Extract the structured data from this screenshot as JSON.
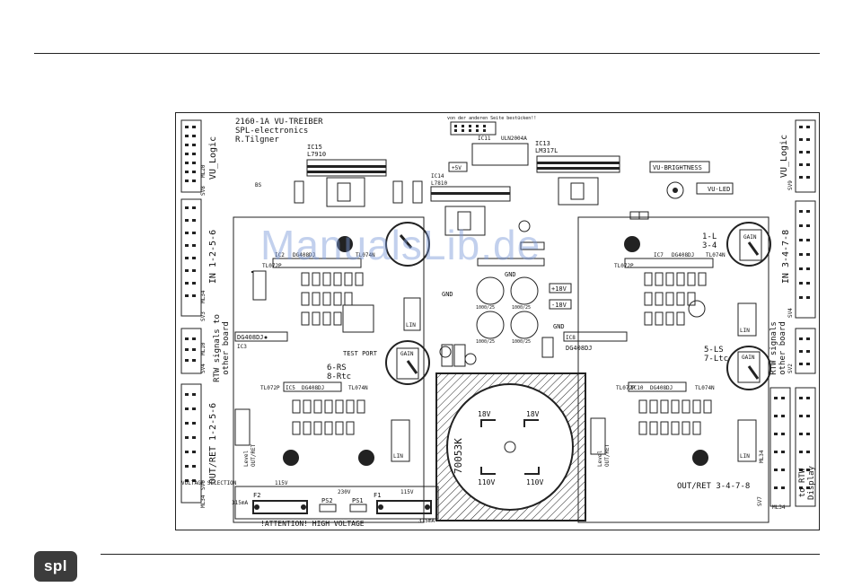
{
  "header": {},
  "board": {
    "title_lines": [
      "2160-1A VU-TREIBER",
      "SPL-electronics",
      "R.Tilgner"
    ],
    "top_note": "von der anderen Seite bestücken!!",
    "left_labels": {
      "vu_logic": "VU_Logic",
      "in_1256": "IN 1-2-5-6",
      "rtw_signals": "RTW signals to",
      "other_board": "other board",
      "out_ret_1256": "OUT/RET 1-2-5-6"
    },
    "right_labels": {
      "vu_logic": "VU_Logic",
      "in_3478": "IN 3-4-7-8",
      "rtw_signals": "RTW signals",
      "other_board": "other board",
      "out_ret_3478": "OUT/RET 3-4-7-8",
      "to_rtw": "to RTW",
      "display": "Display"
    },
    "connectors_left": [
      "ML20",
      "SV8",
      "ML34",
      "SV3",
      "ML10",
      "SV4",
      "ML34",
      "SV6"
    ],
    "connectors_right": [
      "ML20",
      "SV9",
      "ML34",
      "SV4",
      "ML10",
      "SV2",
      "ML34",
      "SV7"
    ],
    "ics": [
      {
        "ref": "IC15",
        "part": "L7910"
      },
      {
        "ref": "IC11",
        "part": "ULN2004A"
      },
      {
        "ref": "IC13",
        "part": "LM317L"
      },
      {
        "ref": "IC14",
        "part": "L7810"
      },
      {
        "ref": "IC2",
        "part": "DG408DJ"
      },
      {
        "ref": "IC7",
        "part": "DG408DJ"
      },
      {
        "ref": "IC3",
        "part": "DG408DJ"
      },
      {
        "ref": "IC5",
        "part": "DG408DJ"
      },
      {
        "ref": "IC8",
        "part": "DG408DJ"
      },
      {
        "ref": "IC10",
        "part": "DG408DJ"
      }
    ],
    "opamps": [
      "TL072P",
      "TL074N",
      "TL072P",
      "TL074N",
      "TL072P",
      "TL074N",
      "TL072P",
      "TL074N"
    ],
    "labels": {
      "plus5v": "+5V",
      "vu_brightness": "VU-BRIGHTNESS",
      "vu_led": "VU-LED",
      "plus18v": "+18V",
      "minus18v": "-18V",
      "gnd": "GND",
      "gain": "GAIN",
      "lin": "LIN",
      "ch_12": "1-L",
      "ch_34": "3-4",
      "ch_56_rs": "6-RS",
      "ch_8_rtc": "8-Rtc",
      "ch_5_ls": "5-LS",
      "ch_7_ltc": "7-Ltc",
      "test_port": "TEST PORT",
      "transformer_id": "70053K",
      "tap_18v_left": "18V",
      "tap_18v_right": "18V",
      "tap_110v_left": "110V",
      "tap_110v_right": "110V",
      "voltage_selection": "VOLTAGE SELECTION",
      "v115_left": "115V",
      "v230": "230V",
      "v115_right": "115V",
      "f2": "F2",
      "f1": "F1",
      "ps2": "PS2",
      "ps1": "PS1",
      "fuse_rating_left": "315mA",
      "fuse_rating_right": "315mA",
      "warning": "!ATTENTION! HIGH VOLTAGE",
      "bs": "BS",
      "cap_1000": "1000/25",
      "level": "Level",
      "out_ret": "OUT/RET"
    }
  },
  "watermark": "ManualsLib.de",
  "footer": {
    "logo_text": "spl"
  }
}
